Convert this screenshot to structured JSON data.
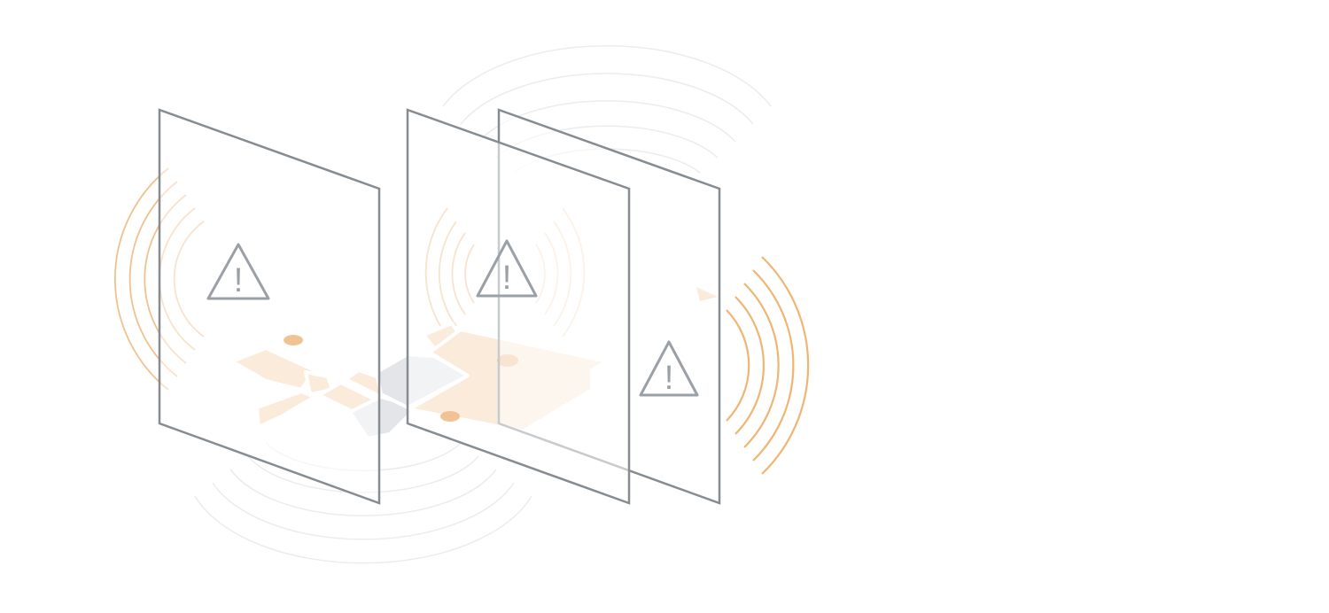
{
  "illustration": {
    "colors": {
      "background": "#ffffff",
      "panel_stroke": "#858c92",
      "warning_icon": "#9aa0a6",
      "map_region": "#f7d3b0",
      "map_region_gray": "#e3e5e8",
      "location_marker": "#e07b12",
      "signal_orange": "#f0c28e",
      "signal_faint": "#eeeeee"
    },
    "panels": [
      {
        "name": "panel-left",
        "warning_symbol": "!"
      },
      {
        "name": "panel-middle",
        "warning_symbol": "!"
      },
      {
        "name": "panel-right",
        "warning_symbol": "!"
      }
    ],
    "markers_count_visible": 3,
    "icons": [
      "warning-triangle-icon",
      "location-marker-icon",
      "signal-waves-icon"
    ]
  }
}
